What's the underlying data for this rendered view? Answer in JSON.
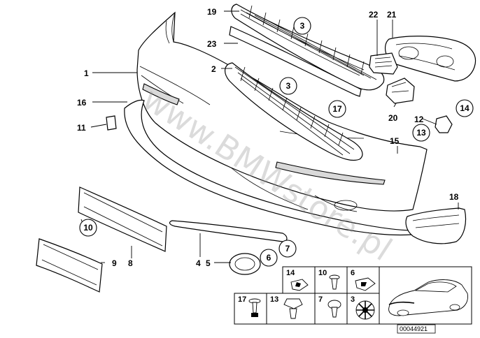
{
  "diagram": {
    "callouts": [
      {
        "id": "c19",
        "text": "19"
      },
      {
        "id": "c23",
        "text": "23"
      },
      {
        "id": "c1",
        "text": "1"
      },
      {
        "id": "c2",
        "text": "2"
      },
      {
        "id": "c16",
        "text": "16"
      },
      {
        "id": "c11",
        "text": "11"
      },
      {
        "id": "c22",
        "text": "22"
      },
      {
        "id": "c21",
        "text": "21"
      },
      {
        "id": "c20",
        "text": "20"
      },
      {
        "id": "c12",
        "text": "12"
      },
      {
        "id": "c15",
        "text": "15"
      },
      {
        "id": "c18",
        "text": "18"
      },
      {
        "id": "c9",
        "text": "9"
      },
      {
        "id": "c8",
        "text": "8"
      },
      {
        "id": "c4",
        "text": "4"
      },
      {
        "id": "c5",
        "text": "5"
      }
    ],
    "circled": [
      {
        "id": "r3a",
        "text": "3"
      },
      {
        "id": "r3b",
        "text": "3"
      },
      {
        "id": "r17",
        "text": "17"
      },
      {
        "id": "r14",
        "text": "14"
      },
      {
        "id": "r13",
        "text": "13"
      },
      {
        "id": "r10",
        "text": "10"
      },
      {
        "id": "r7",
        "text": "7"
      },
      {
        "id": "r6",
        "text": "6"
      }
    ],
    "legend": {
      "cells": [
        "14",
        "10",
        "6",
        "17",
        "13",
        "7",
        "3"
      ]
    },
    "watermark": "www.BMWstore.pl",
    "reference": "00044921"
  }
}
